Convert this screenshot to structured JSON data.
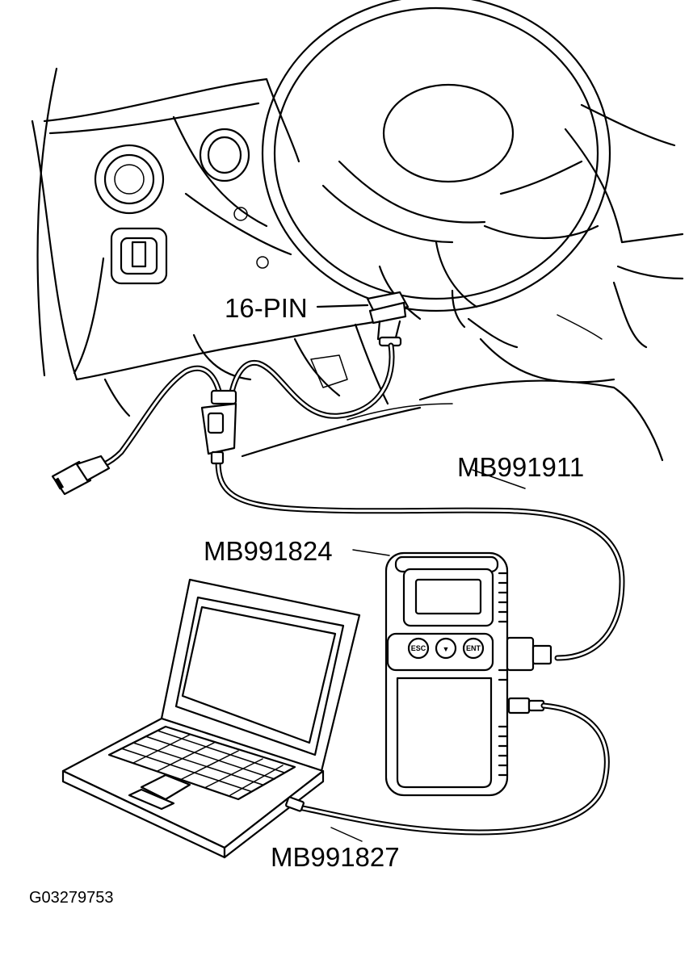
{
  "labels": {
    "connector": "16-PIN",
    "cable_main": "MB991911",
    "interface_unit": "MB991824",
    "usb_cable": "MB991827",
    "figure_id": "G03279753"
  },
  "interface_buttons": {
    "left": "ESC",
    "center": "▼",
    "right": "ENT"
  }
}
